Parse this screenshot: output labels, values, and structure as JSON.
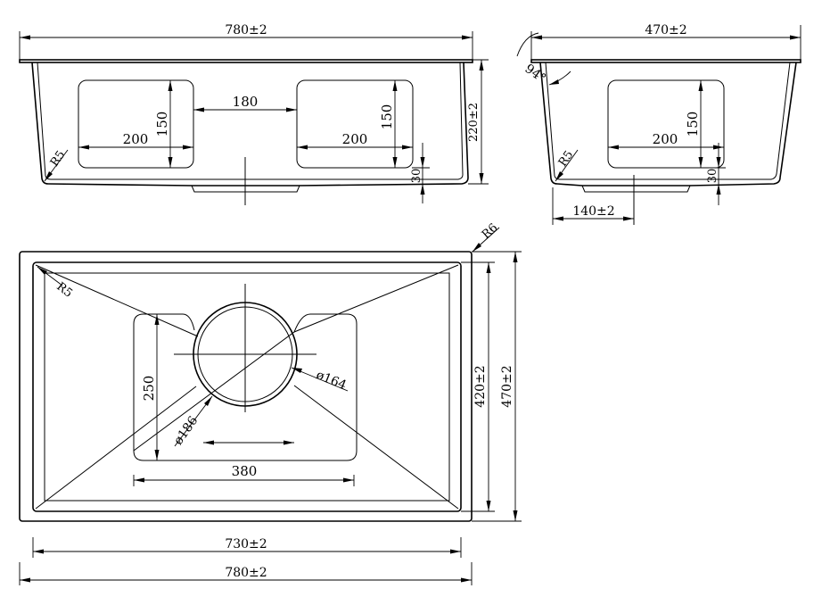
{
  "front_view": {
    "overall_width": "780±2",
    "height": "220±2",
    "gap_between_bowls": "180",
    "left_window_width": "200",
    "left_window_height": "150",
    "right_window_width": "200",
    "right_window_height": "150",
    "bottom_offset": "30",
    "corner_radius": "R5"
  },
  "side_view": {
    "overall_depth": "470±2",
    "wall_angle": "94°",
    "window_width": "200",
    "window_height": "150",
    "bottom_offset": "30",
    "corner_radius": "R5",
    "drain_offset": "140±2"
  },
  "top_view": {
    "outer_corner_radius": "R6",
    "inner_corner_radius": "R5",
    "drain_diameter": "ø164",
    "flange_diameter": "ø186",
    "cutout_height": "250",
    "cutout_width": "380",
    "inner_depth": "420±2",
    "outer_depth": "470±2",
    "inner_width": "730±2",
    "outer_width": "780±2"
  }
}
